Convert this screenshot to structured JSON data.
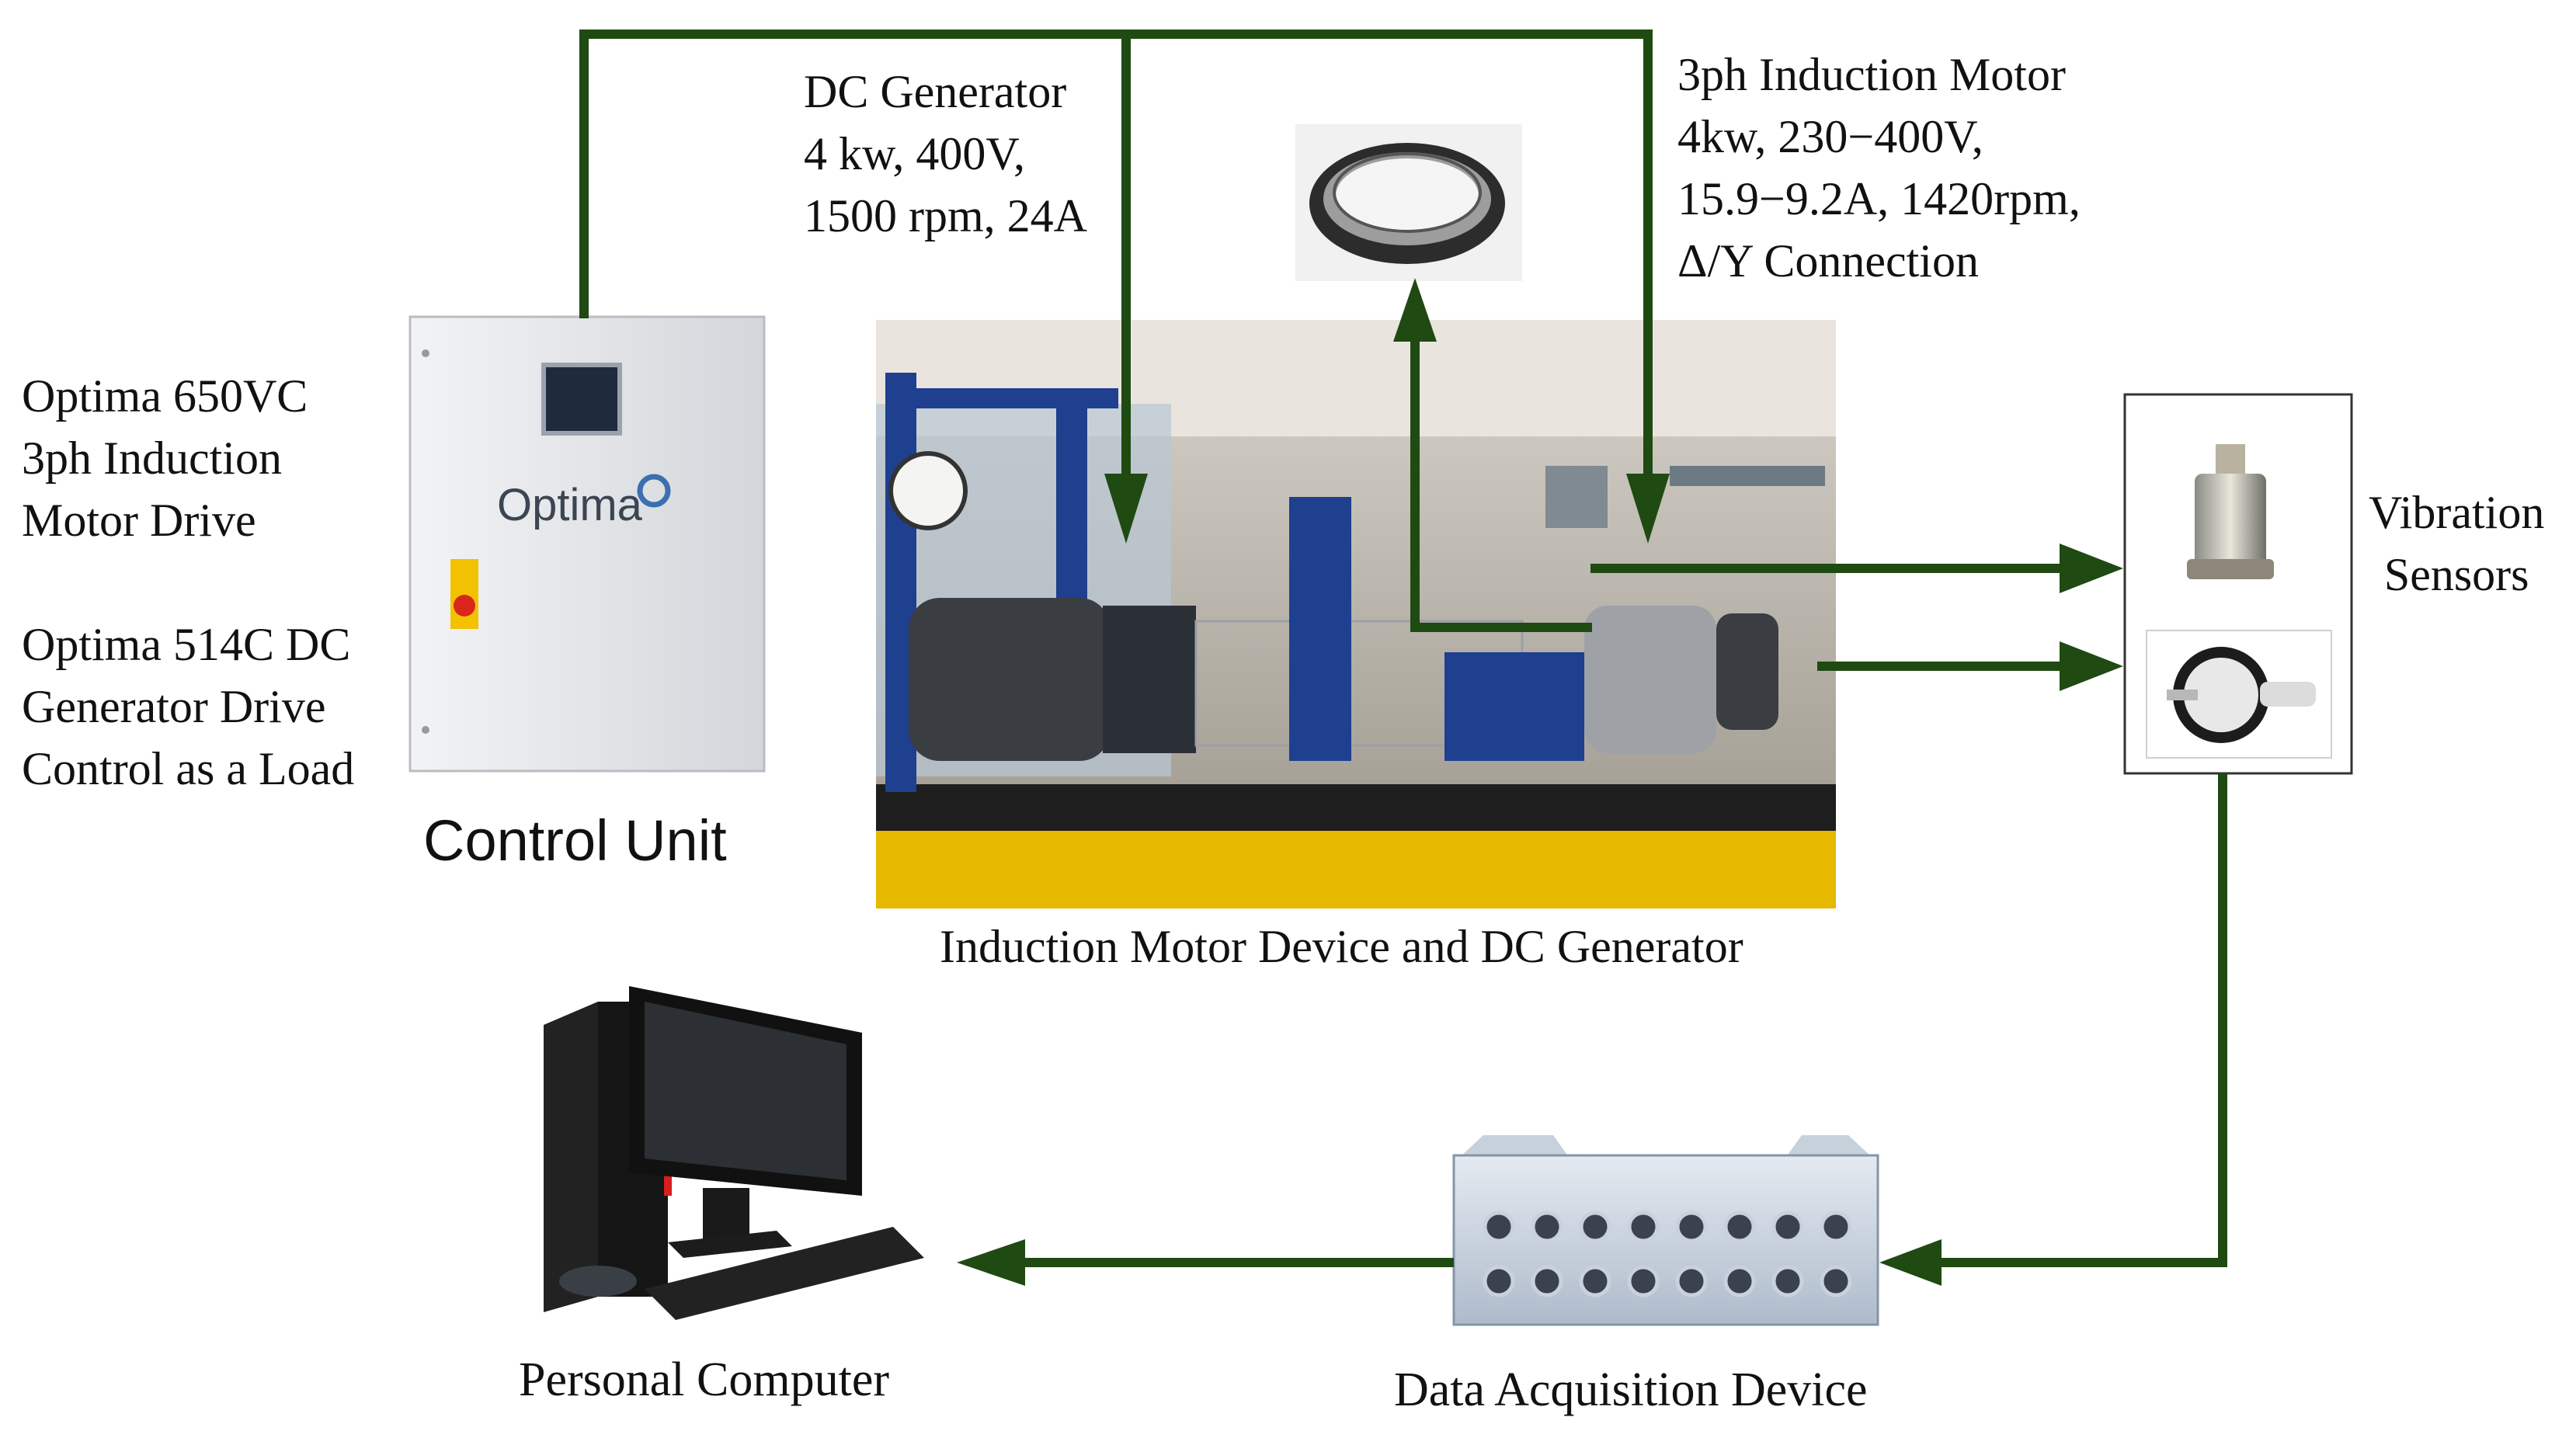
{
  "labels": {
    "drive_lines": [
      "Optima 650VC",
      "3ph Induction",
      "Motor Drive"
    ],
    "generator_drive_lines": [
      "Optima 514C DC",
      "Generator Drive",
      "Control as a Load"
    ],
    "control_unit": "Control Unit",
    "dc_generator_lines": [
      "DC Generator",
      "4 kw, 400V,",
      "1500 rpm, 24A"
    ],
    "induction_motor_lines": [
      "3ph Induction Motor",
      "4kw, 230−400V,",
      "15.9−9.2A, 1420rpm,",
      "Δ/Y Connection"
    ],
    "test_rig_caption": "Induction Motor Device and DC Generator",
    "vibration_sensors_lines": [
      "Vibration",
      "Sensors"
    ],
    "daq_caption": "Data Acquisition Device",
    "pc_caption": "Personal Computer",
    "panel_brand": "Optima"
  },
  "colors": {
    "wire": "#1f4a12",
    "panel": "#e6e8ea",
    "rig_dark": "#2a2f3a",
    "rig_blue": "#1f3f8f",
    "rig_yellow": "#e6b800"
  }
}
